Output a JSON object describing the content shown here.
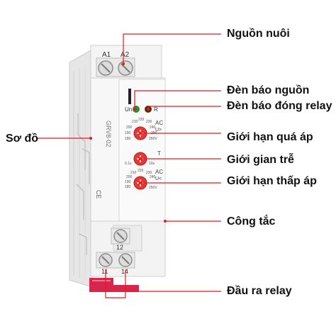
{
  "labels": {
    "power_supply": "Nguồn nuôi",
    "power_led": "Đèn báo nguồn",
    "relay_led": "Đèn báo đóng relay",
    "diagram": "Sơ đồ",
    "over_voltage": "Giới hạn quá áp",
    "delay_time": "Giới gian trễ",
    "under_voltage": "Giới hạn thấp áp",
    "switch": "Công tắc",
    "relay_output": "Đầu ra relay"
  },
  "device": {
    "terminal_a1": "A1",
    "terminal_a2": "A2",
    "terminal_12": "12",
    "terminal_11": "11",
    "terminal_14": "14",
    "led_un": "Un",
    "led_r": "R",
    "model": "GRV8-02",
    "ac_top": "AC",
    "u_plus": "U>",
    "t_mark": "T",
    "ac_bottom": "AC",
    "u_minus": "U<",
    "dial1_ticks": [
      "210",
      "220",
      "230",
      "200",
      "240",
      "190",
      "250",
      "180",
      "260V"
    ],
    "dial2_ticks": [
      "0.1s",
      "10s"
    ],
    "dial3_ticks": [
      "210",
      "220",
      "200",
      "230",
      "190",
      "240",
      "180",
      "250V"
    ],
    "ce_mark": "CE"
  },
  "colors": {
    "red_terminal": "#d8264a",
    "knob": "#e53935",
    "led_green": "#2e8b2e",
    "led_dark": "#5a2a10",
    "leader": "#e31b23",
    "housing": "#f1f1f1"
  }
}
